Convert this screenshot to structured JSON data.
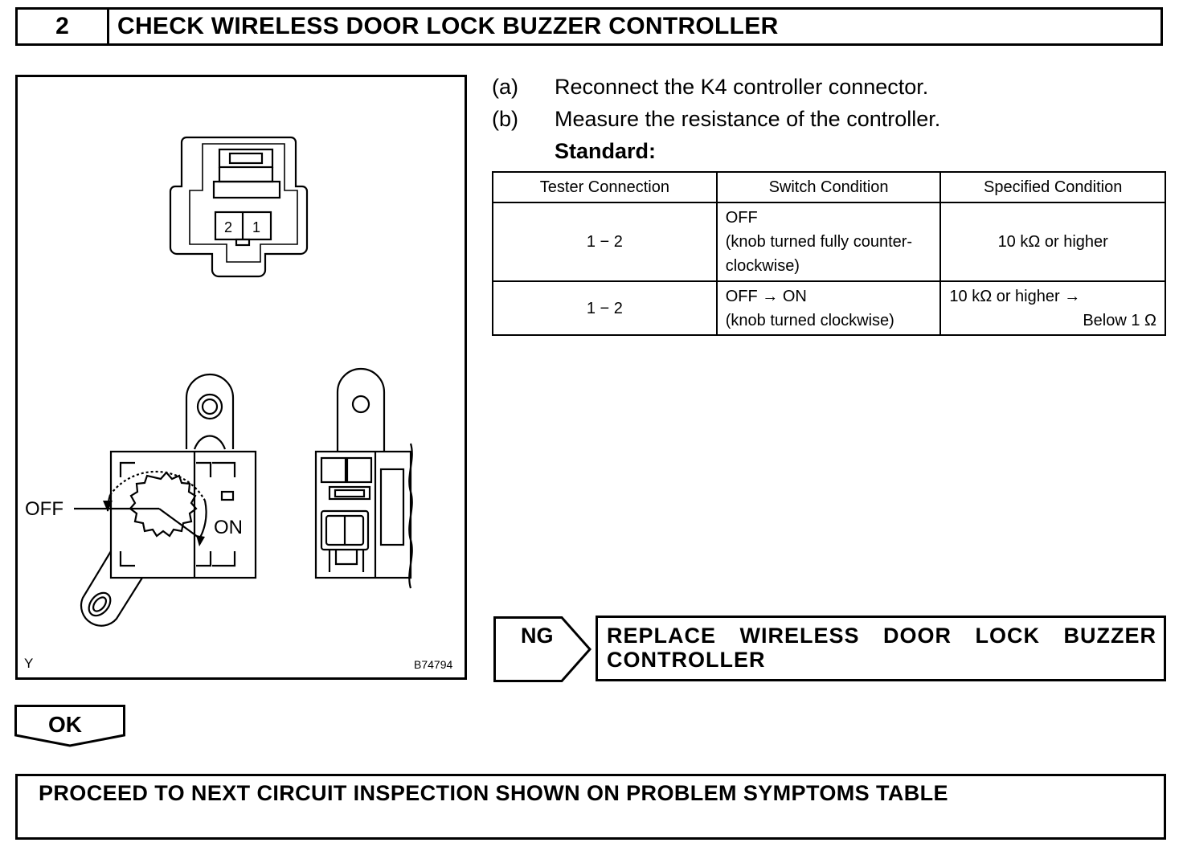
{
  "header": {
    "step_number": "2",
    "title": "CHECK WIRELESS DOOR LOCK BUZZER CONTROLLER"
  },
  "illustration": {
    "connector_pins": [
      "2",
      "1"
    ],
    "labels": {
      "off": "OFF",
      "on": "ON"
    },
    "corner_letter": "Y",
    "figure_code": "B74794"
  },
  "steps": [
    {
      "label": "(a)",
      "text": "Reconnect the K4 controller connector."
    },
    {
      "label": "(b)",
      "text": "Measure the resistance of the controller."
    }
  ],
  "standard_label": "Standard:",
  "table": {
    "headers": [
      "Tester Connection",
      "Switch Condition",
      "Specified Condition"
    ],
    "rows": [
      {
        "connection": "1 − 2",
        "condition": [
          "OFF",
          "(knob turned fully counter-",
          "clockwise)"
        ],
        "specified": [
          "10 kΩ or higher"
        ]
      },
      {
        "connection": "1 − 2",
        "condition": [
          "OFF → ON",
          "(knob turned clockwise)"
        ],
        "specified": [
          "10 kΩ or higher →",
          "Below 1 Ω"
        ]
      }
    ]
  },
  "ng": {
    "label": "NG",
    "action": "REPLACE WIRELESS DOOR LOCK BUZZER CONTROLLER"
  },
  "ok": {
    "label": "OK",
    "action": "PROCEED TO NEXT CIRCUIT INSPECTION SHOWN ON PROBLEM SYMPTOMS TABLE"
  }
}
